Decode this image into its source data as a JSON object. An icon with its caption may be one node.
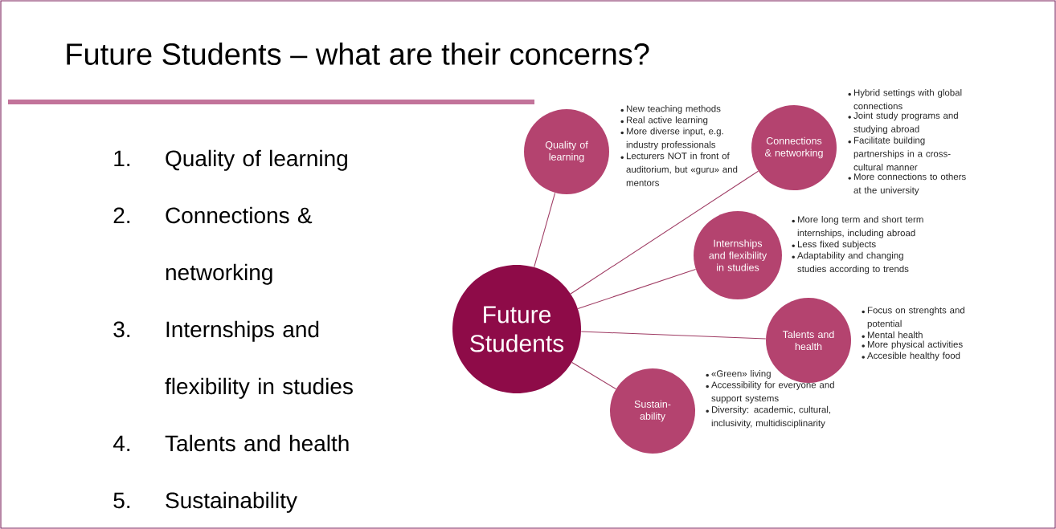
{
  "diagram": {
    "title": "Future Students – what are their concerns?",
    "nodes": [
      {
        "text": [
          "Future Students"
        ]
      },
      {
        "text": [
          "Quality of learning"
        ],
        "beside": [
          "New teaching methods",
          "Real active learning",
          "More diverse input, e.g. industry professionals",
          "Lecturers NOT in front of auditorium, but «guru» and mentors"
        ]
      },
      {
        "text": [
          "Connections & networking"
        ],
        "beside": [
          "Hybrid settings with global connections",
          "Joint study programs and studying abroad",
          "Facilitate building partnerships in a cross-cultural manner",
          "More connections to others at the university"
        ]
      },
      {
        "text": [
          "Internships and flexibility in studies"
        ],
        "beside": [
          "More long term and short term internships, including abroad",
          "Less fixed subjects",
          "Adaptability and changing studies according to trends"
        ]
      },
      {
        "text": [
          "Talents and health"
        ],
        "beside": [
          "Focus on strenghts and potential",
          "Mental health",
          "More physical activities",
          "Accesible healthy food"
        ]
      },
      {
        "text": [
          "Sustain-ability"
        ],
        "beside": [
          "«Green» living",
          "Accessibility for everyone and support systems",
          "Diversity: academic, cultural, inclusivity, multidisciplinarity"
        ]
      }
    ],
    "edges": [
      {
        "from": 0,
        "to": 1,
        "arrow": "none"
      },
      {
        "from": 0,
        "to": 2,
        "arrow": "none"
      },
      {
        "from": 0,
        "to": 3,
        "arrow": "none"
      },
      {
        "from": 0,
        "to": 4,
        "arrow": "none"
      },
      {
        "from": 0,
        "to": 5,
        "arrow": "none"
      }
    ],
    "labels": [
      "1.",
      "Quality of learning",
      "2.",
      "Connections & networking",
      "3.",
      "Internships and flexibility in studies",
      "4.",
      "Talents and health",
      "5.",
      "Sustainability"
    ]
  }
}
